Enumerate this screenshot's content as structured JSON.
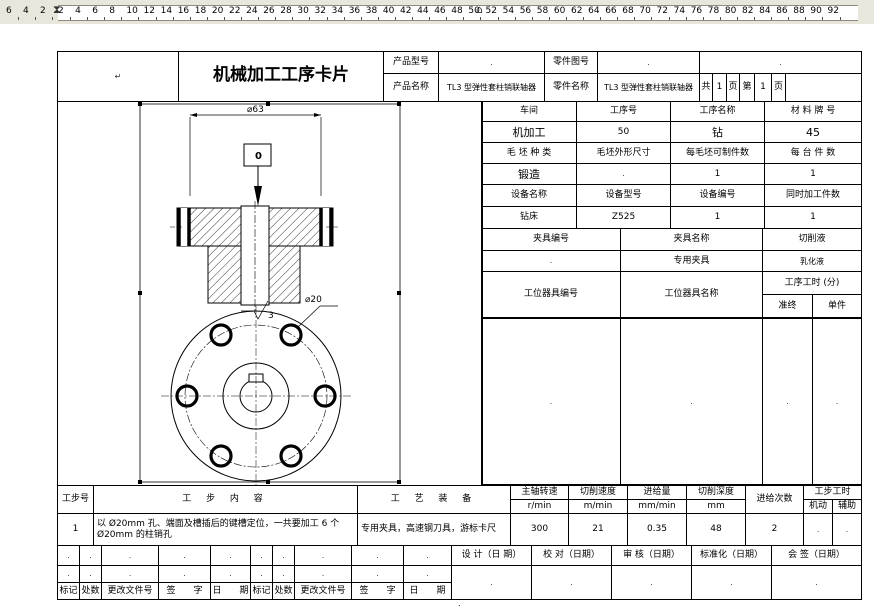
{
  "ruler": {
    "labels": [
      "6",
      "4",
      "2",
      "2",
      "4",
      "6",
      "8",
      "10",
      "12",
      "14",
      "16",
      "18",
      "20",
      "22",
      "24",
      "26",
      "28",
      "30",
      "32",
      "34",
      "36",
      "38",
      "40",
      "42",
      "44",
      "46",
      "48",
      "50",
      "52",
      "54",
      "56",
      "58",
      "60",
      "62",
      "64",
      "66",
      "68",
      "70",
      "72",
      "74",
      "76",
      "78",
      "80",
      "82",
      "84",
      "86",
      "88",
      "90",
      "92"
    ]
  },
  "header": {
    "title": "机械加工工序卡片",
    "product_model_label": "产品型号",
    "product_name_label": "产品名称",
    "product_name_value": "TL3 型弹性套柱销联轴器",
    "part_no_label": "零件图号",
    "part_name_label": "零件名称",
    "part_name_value": "TL3 型弹性套柱销联轴器",
    "total_label": "共",
    "total_value": "1",
    "page_label": "页",
    "nth_label": "第",
    "nth_value": "1",
    "page_label2": "页"
  },
  "info": {
    "workshop_label": "车间",
    "process_no_label": "工序号",
    "process_name_label": "工序名称",
    "material_label": "材 料 牌 号",
    "workshop": "机加工",
    "process_no": "50",
    "process_name": "钻",
    "material": "45",
    "blank_type_label": "毛 坯 种 类",
    "blank_size_label": "毛坯外形尺寸",
    "per_blank_label": "每毛坯可制件数",
    "per_unit_label": "每 台 件 数",
    "blank_type": "锻造",
    "per_blank": "1",
    "per_unit": "1",
    "equip_name_label": "设备名称",
    "equip_model_label": "设备型号",
    "equip_no_label": "设备编号",
    "simul_label": "同时加工件数",
    "equip_name": "钻床",
    "equip_model": "Z525",
    "equip_no": "1",
    "simul": "1",
    "fixture_no_label": "夹具编号",
    "fixture_name_label": "夹具名称",
    "coolant_label": "切削液",
    "fixture_name": "专用夹具",
    "coolant": "乳化液",
    "station_no_label": "工位器具编号",
    "station_name_label": "工位器具名称",
    "time_label": "工序工时 (分)",
    "prep_label": "准终",
    "unit_label": "单件"
  },
  "drawing": {
    "dim_diameter": "⌀63",
    "dim_hole": "⌀20",
    "roughness": "3",
    "datum": "0"
  },
  "steps": {
    "no_label": "工步号",
    "content_label": "工 步 内 容",
    "equip_label": "工 艺 装 备",
    "speed_label": "主轴转速",
    "speed_unit": "r/min",
    "cut_speed_label": "切削速度",
    "cut_speed_unit": "m/min",
    "feed_label": "进给量",
    "feed_unit": "mm/min",
    "depth_label": "切削深度",
    "depth_unit": "mm",
    "passes_label": "进给次数",
    "time_label": "工步工时",
    "machine_label": "机动",
    "aux_label": "辅助",
    "rows": [
      {
        "no": "1",
        "content": "以 Ø20mm 孔、端面及槽插后的键槽定位，一共要加工 6 个 Ø20mm 的柱销孔",
        "equip": "专用夹具，高速钢刀具，游标卡尺",
        "speed": "300",
        "cut_speed": "21",
        "feed": "0.35",
        "depth": "48",
        "passes": "2"
      }
    ]
  },
  "signoff": {
    "design": "设 计（日 期）",
    "check": "校 对（日期）",
    "review": "审 核（日期）",
    "standard": "标准化（日期）",
    "sign": "会 签（日期）",
    "bottom_labels": [
      "标记",
      "处数",
      "更改文件号",
      "签　　字",
      "日　　期",
      "标记",
      "处数",
      "更改文件号",
      "签　　字",
      "日　　期"
    ]
  },
  "marks": {
    "cell": "↵",
    "comma": ".",
    "arrow_mark": "↙"
  }
}
